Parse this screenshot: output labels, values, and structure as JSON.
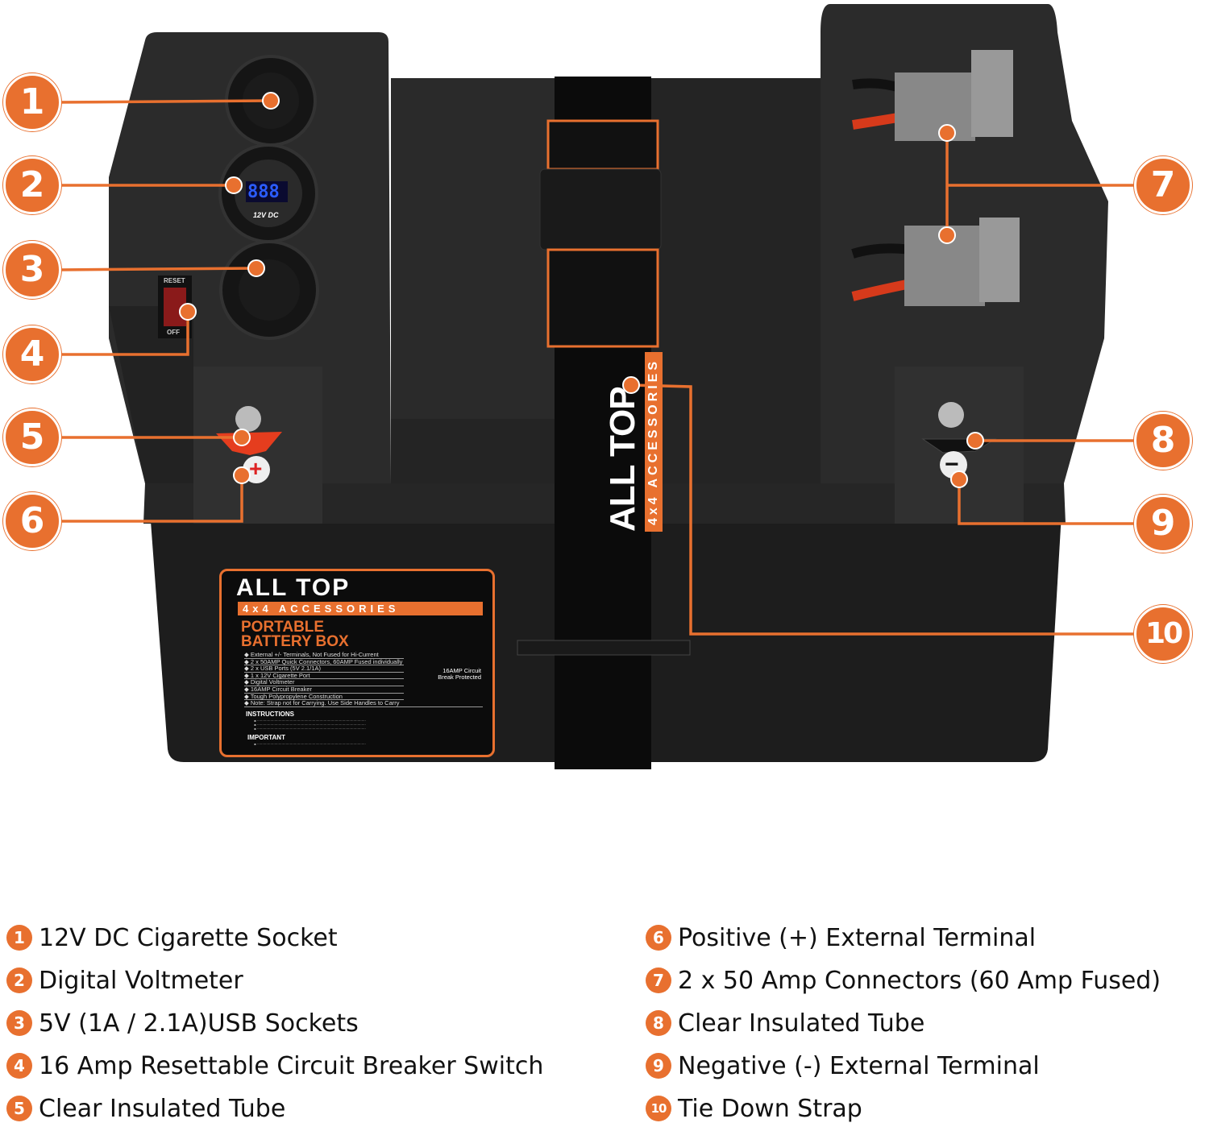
{
  "brand": {
    "name": "ALL TOP",
    "tagline": "4x4 ACCESSORIES"
  },
  "colors": {
    "accent": "#e8702f",
    "box": "#222222",
    "legend_text": "#111111"
  },
  "product_label": {
    "title_line1": "PORTABLE",
    "title_line2": "BATTERY BOX",
    "features": [
      "External +/- Terminals, Not Fused for Hi-Current",
      "2 x 50AMP Quick Connectors, 60AMP Fused individually",
      "2 x USB Ports (5V 2.1/1A)",
      "1 x 12V Cigarette Port",
      "Digital Voltmeter",
      "16AMP Circuit Breaker",
      "Tough Polypropylene Construction",
      "Note: Strap not for Carrying. Use Side Handles to Carry"
    ],
    "breaker_note": "16AMP Circuit Break Protected",
    "instructions_heading": "INSTRUCTIONS",
    "important_heading": "IMPORTANT"
  },
  "voltmeter": {
    "display": "888",
    "label": "12V DC"
  },
  "breaker_switch": {
    "top_label": "RESET",
    "bottom_label": "OFF"
  },
  "terminals": {
    "positive_symbol": "+",
    "negative_symbol": "−"
  },
  "callouts": [
    "1",
    "2",
    "3",
    "4",
    "5",
    "6",
    "7",
    "8",
    "9",
    "10"
  ],
  "legend": [
    {
      "num": "1",
      "text": "12V DC Cigarette Socket"
    },
    {
      "num": "2",
      "text": "Digital Voltmeter"
    },
    {
      "num": "3",
      "text": "5V (1A / 2.1A)USB Sockets"
    },
    {
      "num": "4",
      "text": "16 Amp Resettable Circuit Breaker Switch"
    },
    {
      "num": "5",
      "text": "Clear Insulated Tube"
    },
    {
      "num": "6",
      "text": "Positive (+) External Terminal"
    },
    {
      "num": "7",
      "text": "2 x 50 Amp Connectors (60 Amp Fused)"
    },
    {
      "num": "8",
      "text": "Clear Insulated Tube"
    },
    {
      "num": "9",
      "text": "Negative (-) External Terminal"
    },
    {
      "num": "10",
      "text": "Tie Down Strap"
    }
  ]
}
